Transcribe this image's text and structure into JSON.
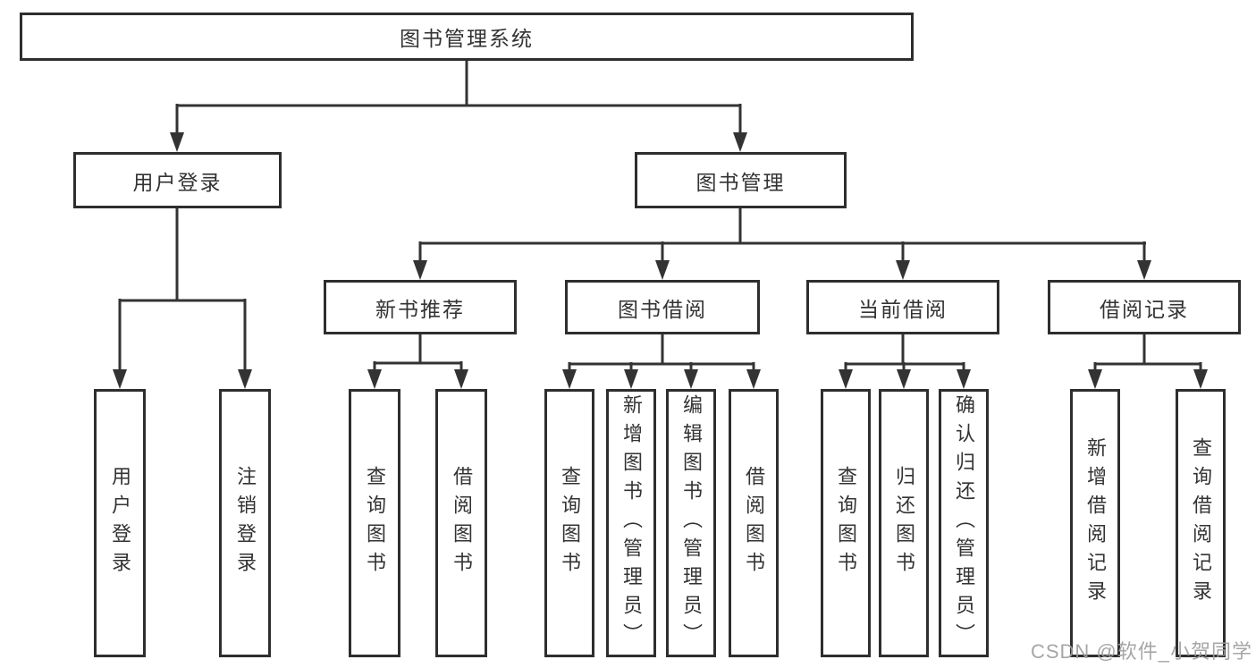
{
  "diagram": {
    "line_color": "#333333",
    "text_color": "#333333",
    "border_color": "#2e2e2e",
    "root": {
      "label": "图书管理系统"
    },
    "branches": [
      {
        "label": "用户登录",
        "children": [
          {
            "label": "用户登录"
          },
          {
            "label": "注销登录"
          }
        ]
      },
      {
        "label": "图书管理",
        "groups": [
          {
            "label": "新书推荐",
            "children": [
              {
                "label": "查询图书"
              },
              {
                "label": "借阅图书"
              }
            ]
          },
          {
            "label": "图书借阅",
            "children": [
              {
                "label": "查询图书"
              },
              {
                "label": "新增图书（管理员）"
              },
              {
                "label": "编辑图书（管理员）"
              },
              {
                "label": "借阅图书"
              }
            ]
          },
          {
            "label": "当前借阅",
            "children": [
              {
                "label": "查询图书"
              },
              {
                "label": "归还图书"
              },
              {
                "label": "确认归还（管理员）"
              }
            ]
          },
          {
            "label": "借阅记录",
            "children": [
              {
                "label": "新增借阅记录"
              },
              {
                "label": "查询借阅记录"
              }
            ]
          }
        ]
      }
    ]
  },
  "watermark": {
    "text": "CSDN @软件_小贺同学",
    "color": "#9e9e9e"
  }
}
